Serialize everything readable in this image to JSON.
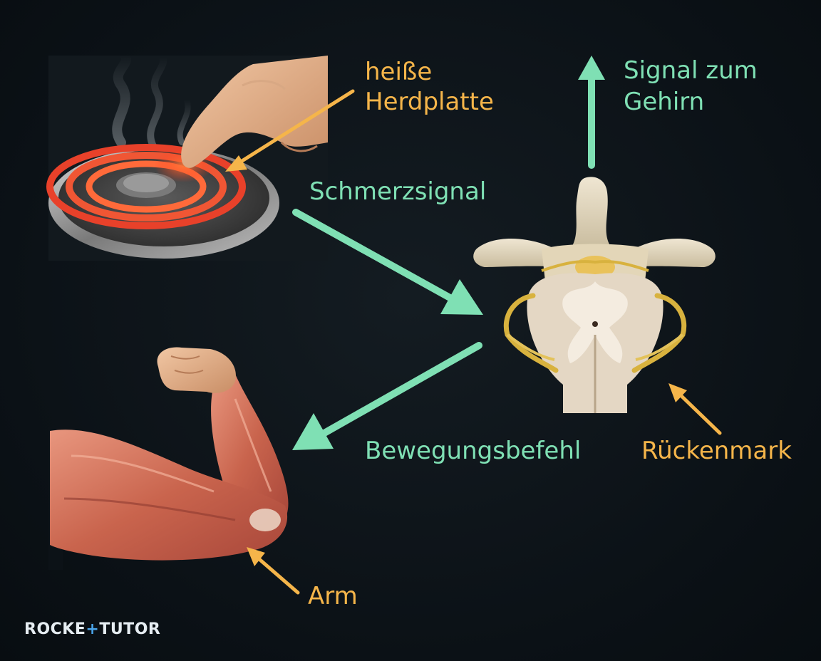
{
  "labels": {
    "hot_plate_line1": "heiße",
    "hot_plate_line2": "Herdplatte",
    "signal_brain_line1": "Signal zum",
    "signal_brain_line2": "Gehirn",
    "pain_signal": "Schmerzsignal",
    "motor_command": "Bewegungsbefehl",
    "spinal_cord": "Rückenmark",
    "arm": "Arm"
  },
  "logo": {
    "part1": "ROCKE",
    "part2": "+",
    "part3": "TUTOR"
  },
  "colors": {
    "background": "#0c1217",
    "orange_label": "#f5b54a",
    "green_arrow": "#7fe0b4"
  },
  "icons": [
    "hot-plate-image",
    "finger-icon",
    "spinal-cord-image",
    "flexed-arm-image"
  ]
}
